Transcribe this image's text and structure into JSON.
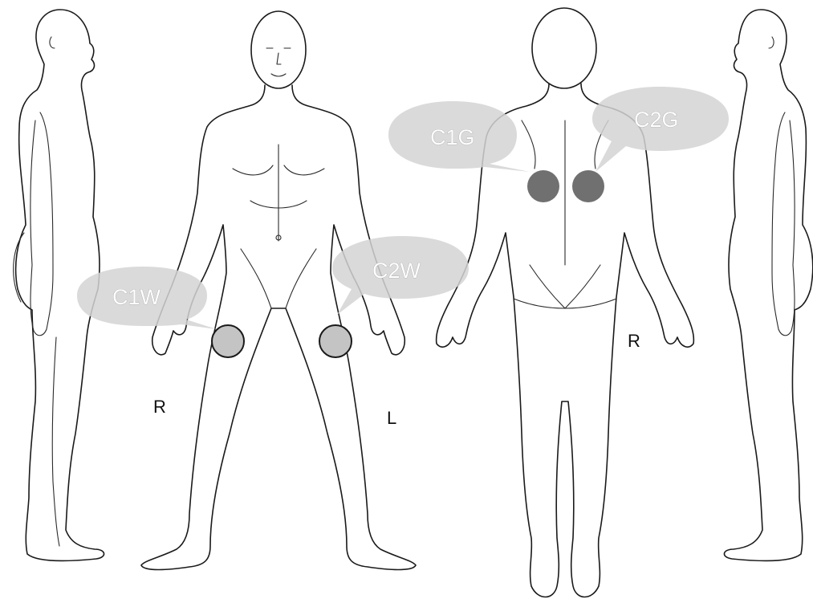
{
  "figures": [
    {
      "view": "right-side"
    },
    {
      "view": "front"
    },
    {
      "view": "back"
    },
    {
      "view": "left-side"
    }
  ],
  "markers": [
    {
      "label": "C1W",
      "fill": "#c4c4c4",
      "stroke": "#1a1a1a",
      "bubble": "#d3d3d3"
    },
    {
      "label": "C2W",
      "fill": "#c4c4c4",
      "stroke": "#1a1a1a",
      "bubble": "#d3d3d3"
    },
    {
      "label": "C1G",
      "fill": "#707070",
      "stroke": "none",
      "bubble": "#d3d3d3"
    },
    {
      "label": "C2G",
      "fill": "#707070",
      "stroke": "none",
      "bubble": "#d3d3d3"
    }
  ],
  "side_labels": {
    "front_right": "R",
    "front_left": "L",
    "back_right": "R"
  }
}
